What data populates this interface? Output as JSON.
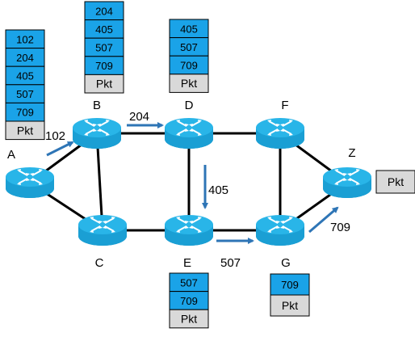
{
  "colors": {
    "router_top": "#29b5e8",
    "router_body": "#1a9fd4",
    "router_dark": "#0e7fb0",
    "label_cell": "#1aa3e8",
    "packet_cell": "#d9d9d9",
    "arrow": "#2e75b6",
    "link": "#000000"
  },
  "routers": [
    {
      "id": "A",
      "label": "A"
    },
    {
      "id": "B",
      "label": "B"
    },
    {
      "id": "C",
      "label": "C"
    },
    {
      "id": "D",
      "label": "D"
    },
    {
      "id": "E",
      "label": "E"
    },
    {
      "id": "F",
      "label": "F"
    },
    {
      "id": "G",
      "label": "G"
    },
    {
      "id": "Z",
      "label": "Z"
    }
  ],
  "links": [
    [
      "A",
      "B"
    ],
    [
      "A",
      "C"
    ],
    [
      "B",
      "C"
    ],
    [
      "B",
      "D"
    ],
    [
      "C",
      "E"
    ],
    [
      "D",
      "E"
    ],
    [
      "D",
      "F"
    ],
    [
      "E",
      "G"
    ],
    [
      "F",
      "G"
    ],
    [
      "F",
      "Z"
    ],
    [
      "G",
      "Z"
    ]
  ],
  "hops": [
    {
      "from": "A",
      "to": "B",
      "label": "102"
    },
    {
      "from": "B",
      "to": "D",
      "label": "204"
    },
    {
      "from": "D",
      "to": "E",
      "label": "405"
    },
    {
      "from": "E",
      "to": "G",
      "label": "507"
    },
    {
      "from": "G",
      "to": "Z",
      "label": "709"
    }
  ],
  "label_stacks": [
    {
      "at": "A",
      "labels": [
        "102",
        "204",
        "405",
        "507",
        "709"
      ],
      "packet": "Pkt"
    },
    {
      "at": "B",
      "labels": [
        "204",
        "405",
        "507",
        "709"
      ],
      "packet": "Pkt"
    },
    {
      "at": "D",
      "labels": [
        "405",
        "507",
        "709"
      ],
      "packet": "Pkt"
    },
    {
      "at": "E",
      "labels": [
        "507",
        "709"
      ],
      "packet": "Pkt"
    },
    {
      "at": "G",
      "labels": [
        "709"
      ],
      "packet": "Pkt"
    },
    {
      "at": "Z",
      "labels": [],
      "packet": "Pkt"
    }
  ]
}
